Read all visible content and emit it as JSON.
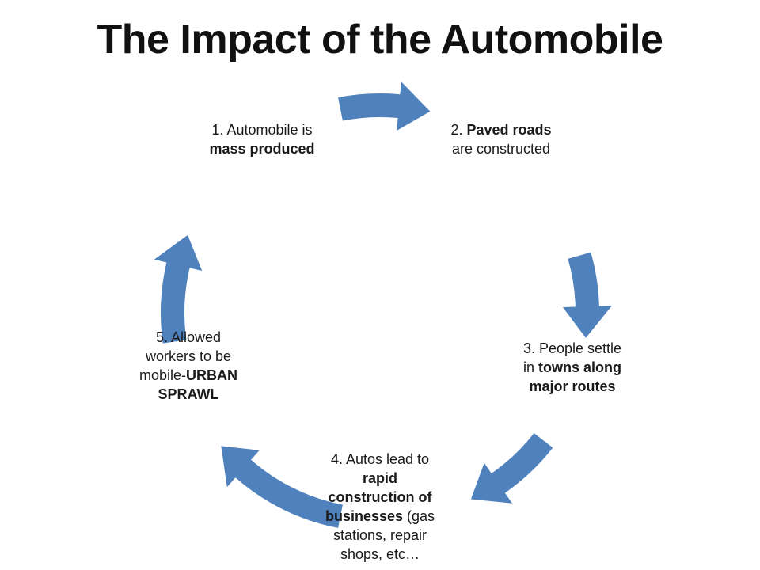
{
  "title": "The Impact of the Automobile",
  "accent_color": "#4F81BD",
  "cycle": {
    "arrow_icon": "curved-arrow",
    "steps": [
      {
        "id": "mass-produced",
        "lines": [
          [
            {
              "text": "1. Automobile is",
              "bold": false
            }
          ],
          [
            {
              "text": "mass produced",
              "bold": true
            }
          ]
        ]
      },
      {
        "id": "paved-roads",
        "lines": [
          [
            {
              "text": "2. ",
              "bold": false
            },
            {
              "text": "Paved roads",
              "bold": true
            }
          ],
          [
            {
              "text": "are constructed",
              "bold": false
            }
          ]
        ]
      },
      {
        "id": "people-settle",
        "lines": [
          [
            {
              "text": "3.  People settle",
              "bold": false
            }
          ],
          [
            {
              "text": "in ",
              "bold": false
            },
            {
              "text": "towns along",
              "bold": true
            }
          ],
          [
            {
              "text": "major routes",
              "bold": true
            }
          ]
        ]
      },
      {
        "id": "autos-lead",
        "lines": [
          [
            {
              "text": "4. Autos lead to",
              "bold": false
            }
          ],
          [
            {
              "text": "rapid",
              "bold": true
            }
          ],
          [
            {
              "text": "construction of",
              "bold": true
            }
          ],
          [
            {
              "text": "businesses",
              "bold": true
            },
            {
              "text": " (gas",
              "bold": false
            }
          ],
          [
            {
              "text": "stations, repair",
              "bold": false
            }
          ],
          [
            {
              "text": "shops, etc…",
              "bold": false
            }
          ]
        ]
      },
      {
        "id": "urban-sprawl",
        "lines": [
          [
            {
              "text": "5.  Allowed",
              "bold": false
            }
          ],
          [
            {
              "text": "workers to be",
              "bold": false
            }
          ],
          [
            {
              "text": "mobile-",
              "bold": false
            },
            {
              "text": "URBAN",
              "bold": true
            }
          ],
          [
            {
              "text": "SPRAWL",
              "bold": true
            }
          ]
        ]
      }
    ]
  }
}
